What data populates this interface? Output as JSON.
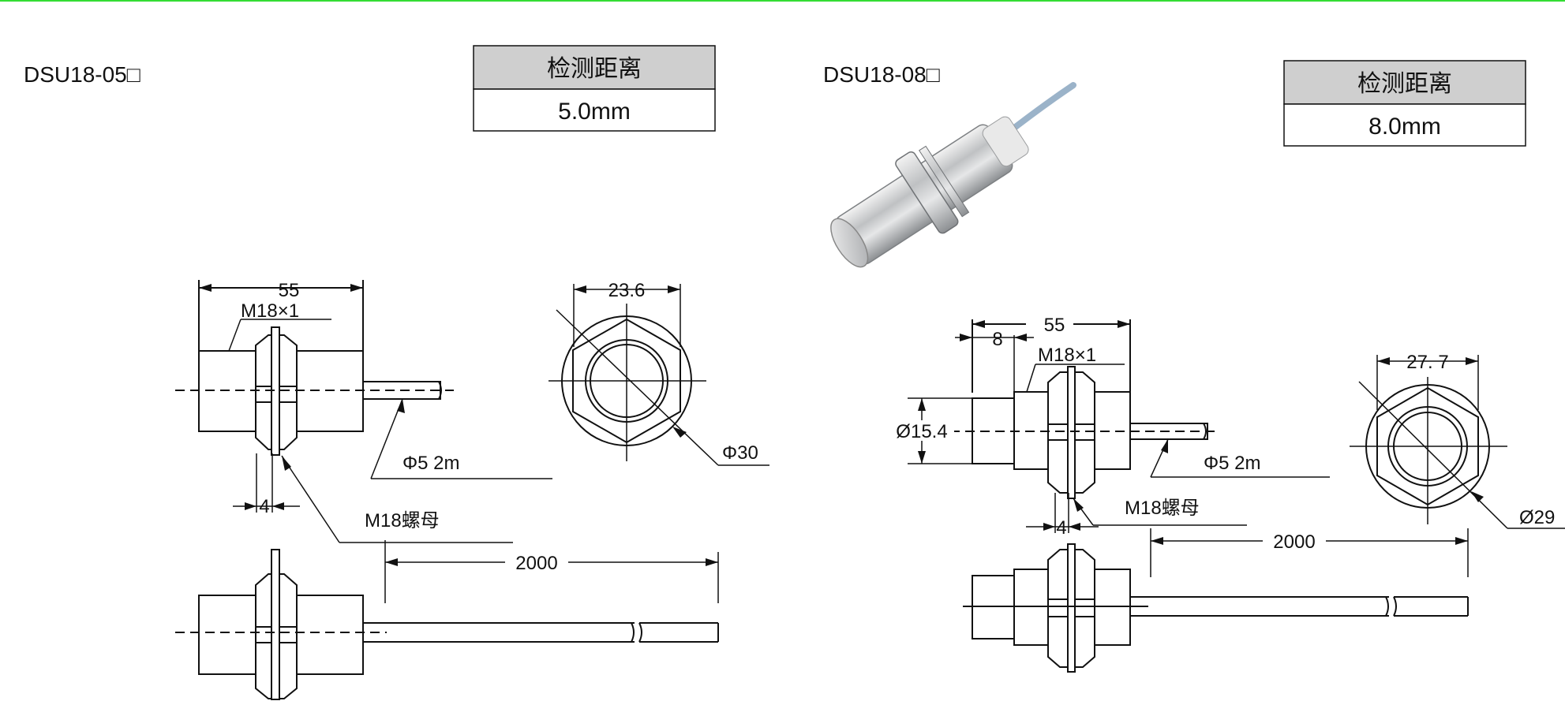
{
  "colors": {
    "top_line": "#33dd33",
    "table_header": "#cfcfcf",
    "ink": "#111111"
  },
  "left": {
    "model": "DSU18-05□",
    "table": {
      "header": "检测距离",
      "value": "5.0mm"
    },
    "dims": {
      "length": "55",
      "thread": "M18×1",
      "cable": "Φ5 2m",
      "nut_thickness": "4",
      "nut": "M18螺母",
      "cable_length": "2000",
      "hex_width": "23.6",
      "outer_dia": "Φ30"
    }
  },
  "right": {
    "model": "DSU18-08□",
    "table": {
      "header": "检测距离",
      "value": "8.0mm"
    },
    "dims": {
      "length": "55",
      "front": "8",
      "thread": "M18×1",
      "body_dia": "Ø15.4",
      "cable": "Φ5 2m",
      "nut_thickness": "4",
      "nut": "M18螺母",
      "cable_length": "2000",
      "hex_width": "27. 7",
      "outer_dia": "Ø29"
    }
  }
}
